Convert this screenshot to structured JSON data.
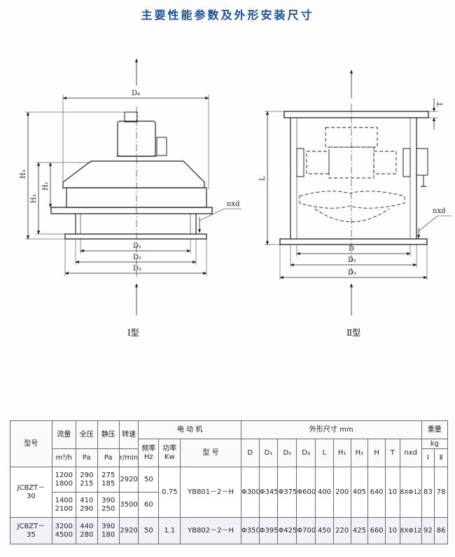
{
  "title": "主要性能参数及外形安装尺寸",
  "figure1": {
    "caption": "Ⅰ型",
    "labels": {
      "d4": "D₄",
      "d1": "D₁",
      "d2": "D₂",
      "d3": "D₃",
      "h1": "H₁",
      "h2": "H₂",
      "h3": "H₃",
      "nxd": "nxd"
    }
  },
  "figure2": {
    "caption": "Ⅱ型",
    "labels": {
      "d": "D",
      "d1": "D₁",
      "d2": "D₂",
      "l": "L",
      "t": "T",
      "nxd": "nxd"
    }
  },
  "table": {
    "headers": {
      "model": "型号",
      "flow": "流量",
      "flow_unit": "m³/h",
      "total_pressure": "全压",
      "tp_unit": "Pa",
      "static_pressure": "静压",
      "sp_unit": "Pa",
      "speed": "转速",
      "speed_unit": "r/min",
      "motor": "电 动 机",
      "freq": "频率\nHz",
      "power": "功率\nKw",
      "motor_model": "型 号",
      "dims": "外形尺寸 mm",
      "dim_cols": [
        "D",
        "D₁",
        "D₂",
        "D₃",
        "L",
        "H₁",
        "H₂",
        "H",
        "T",
        "nxd"
      ],
      "weight": "重量",
      "weight_unit": "kg",
      "w1": "Ⅰ",
      "w2": "Ⅱ"
    },
    "rows": [
      {
        "model": "JCBZT－\n30",
        "sub": [
          {
            "flow": "1200\n1800",
            "tp": "290\n215",
            "sp": "275\n185",
            "speed": "2920",
            "freq": "50"
          },
          {
            "flow": "1400\n2100",
            "tp": "410\n290",
            "sp": "390\n250",
            "speed": "3500",
            "freq": "60"
          }
        ],
        "power": "0.75",
        "motor_model": "YB801－2－H",
        "dims": [
          "Φ300",
          "Φ345",
          "Φ375",
          "Φ600",
          "400",
          "200",
          "405",
          "640",
          "10",
          "8XΦ12"
        ],
        "w1": "83",
        "w2": "78"
      },
      {
        "model": "JCBZT－\n35",
        "sub": [
          {
            "flow": "3200\n4500",
            "tp": "440\n280",
            "sp": "390\n180",
            "speed": "2920",
            "freq": "50"
          }
        ],
        "power": "1.1",
        "motor_model": "YB802－2－H",
        "dims": [
          "Φ350",
          "Φ395",
          "Φ425",
          "Φ700",
          "450",
          "220",
          "425",
          "660",
          "10",
          "8XΦ12"
        ],
        "w1": "92",
        "w2": "86"
      }
    ]
  }
}
